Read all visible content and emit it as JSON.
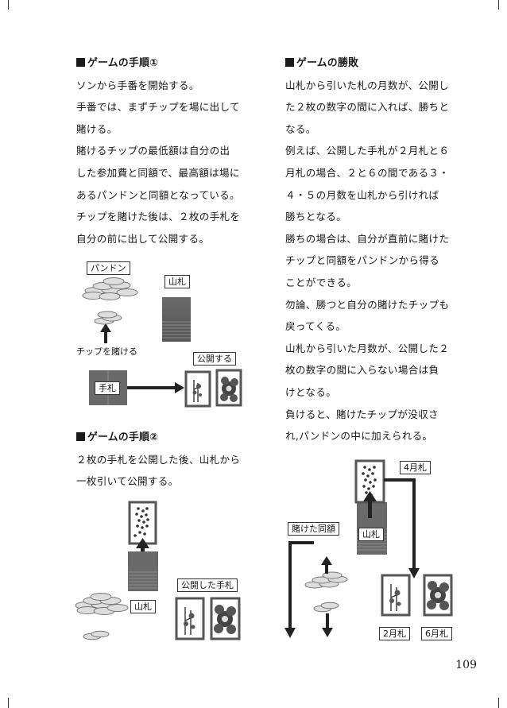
{
  "left": {
    "heading1": "ゲームの手順①",
    "section1": [
      "ソンから手番を開始する。",
      "手番では、まずチップを場に出して",
      "賭ける。",
      "賭けるチップの最低額は自分の出",
      "した参加費と同額で、最高額は場に",
      "あるパンドンと同額となっている。",
      "チップを賭けた後は、２枚の手札を",
      "自分の前に出して公開する。"
    ],
    "fig1": {
      "pandon": "パンドン",
      "yamafuda": "山札",
      "bet_chips": "チップを賭ける",
      "reveal": "公開する",
      "tefuda": "手札"
    },
    "heading2": "ゲームの手順②",
    "section2": [
      "２枚の手札を公開した後、山札から",
      "一枚引いて公開する。"
    ],
    "fig2": {
      "yamafuda": "山札",
      "revealed_hand": "公開した手札"
    }
  },
  "right": {
    "heading": "ゲームの勝敗",
    "body": [
      "山札から引いた札の月数が、公開し",
      "た２枚の数字の間に入れば、勝ちと",
      "なる。",
      "例えば、公開した手札が２月札と６",
      "月札の場合、２と６の間である３・",
      "４・５の月数を山札から引ければ",
      "勝ちとなる。",
      "勝ちの場合は、自分が直前に賭けた",
      "チップと同額をパンドンから得る",
      "ことができる。",
      "勿論、勝つと自分の賭けたチップも",
      "戻ってくる。",
      "山札から引いた月数が、公開した２",
      "枚の数字の間に入らない場合は負",
      "けとなる。",
      "負けると、賭けたチップが没収さ",
      "れ,パンドンの中に加えられる。"
    ],
    "fig3": {
      "april": "4月札",
      "yamafuda": "山札",
      "same_bet": "賭けた同額",
      "feb": "2月札",
      "june": "6月札"
    }
  },
  "page_number": "109",
  "colors": {
    "deck": "#6a6a6a",
    "card_border": "#555555",
    "text": "#1a1a1a"
  }
}
